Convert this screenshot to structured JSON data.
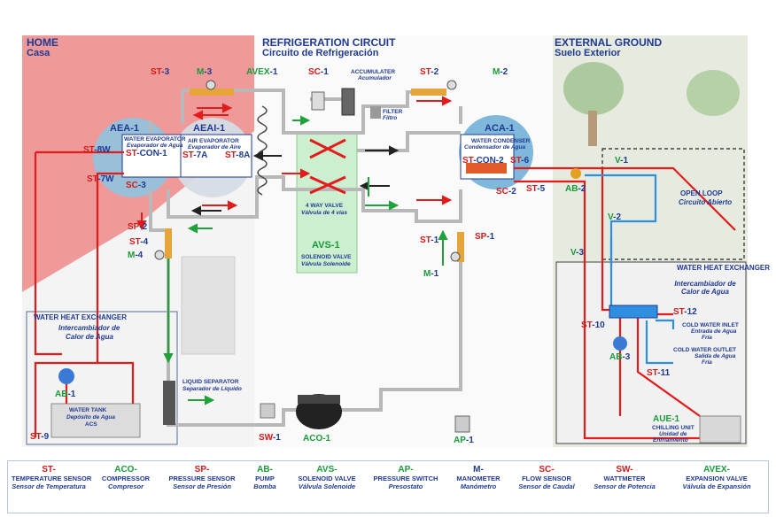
{
  "regions": {
    "home": {
      "title": "HOME",
      "subtitle": "Casa"
    },
    "refrigeration": {
      "title": "REFRIGERATION CIRCUIT",
      "subtitle": "Circuito de Refrigeración"
    },
    "external": {
      "title": "EXTERNAL GROUND",
      "subtitle": "Suelo Exterior"
    }
  },
  "components": {
    "aea1": "AEA-1",
    "aeai1": "AEAI-1",
    "aca1": "ACA-1",
    "water_evaporator": "WATER EVAPORATOR",
    "water_evaporator_es": "Evaporador de Agua",
    "air_evaporator": "AIR EVAPORATOR",
    "air_evaporator_es": "Evaporador de Aire",
    "water_condenser": "WATER CONDENSER",
    "water_condenser_es": "Condensador de Agua",
    "accumulator": "ACCUMULATER",
    "accumulator_es": "Acumulador",
    "filter": "FILTER",
    "filter_es": "Filtro",
    "four_way_valve": "4 WAY VALVE",
    "four_way_valve_es": "Válvula de 4 vías",
    "avs1": "AVS-1",
    "solenoid_valve": "SOLENOID VALVE",
    "solenoid_valve_es": "Válvula Solenoide",
    "liquid_separator": "LIQUID SEPARATOR",
    "liquid_separator_es": "Separador de Líquido",
    "aco1": "ACO-1",
    "open_loop": "OPEN LOOP",
    "open_loop_es": "Circuito Abierto",
    "whe_right": "WATER HEAT EXCHANGER",
    "whe_right_es": "Intercambiador de Calor de Agua",
    "whe_left": "WATER HEAT EXCHANGER",
    "whe_left_es1": "Intercambiador de",
    "whe_left_es2": "Calor de Agua",
    "water_tank": "WATER TANK",
    "water_tank_es": "Depósito de Agua",
    "acs": "ACS",
    "cold_in": "COLD WATER INLET",
    "cold_in_es1": "Entrada de Agua",
    "cold_in_es2": "Fría",
    "cold_out": "COLD WATER OUTLET",
    "cold_out_es1": "Salida de Agua",
    "cold_out_es2": "Fría",
    "aue1": "AUE-1",
    "chilling": "CHILLING UNIT",
    "chilling_es1": "Unidad de",
    "chilling_es2": "Enfriamiento"
  },
  "tags": {
    "st3": [
      "ST",
      "-3"
    ],
    "m3": [
      "M",
      "-3"
    ],
    "avex1": [
      "AVEX",
      "-1"
    ],
    "sc1": [
      "SC",
      "-1"
    ],
    "st2": [
      "ST",
      "-2"
    ],
    "m2": [
      "M",
      "-2"
    ],
    "st8w": [
      "ST",
      "-8W"
    ],
    "stcon1": [
      "ST",
      "-CON-1"
    ],
    "st7w": [
      "ST",
      "-7W"
    ],
    "sc3": [
      "SC",
      "-3"
    ],
    "st7a": [
      "ST",
      "-7A"
    ],
    "st8a": [
      "ST",
      "-8A"
    ],
    "stcon2": [
      "ST",
      "-CON-2"
    ],
    "st6": [
      "ST",
      "-6"
    ],
    "sc2": [
      "SC",
      "-2"
    ],
    "st5": [
      "ST",
      "-5"
    ],
    "ab2": [
      "AB",
      "-2"
    ],
    "v1": [
      "V",
      "-1"
    ],
    "v2": [
      "V",
      "-2"
    ],
    "v3": [
      "V",
      "-3"
    ],
    "sp2": [
      "SP",
      "-2"
    ],
    "st4": [
      "ST",
      "-4"
    ],
    "m4": [
      "M",
      "-4"
    ],
    "st1": [
      "ST",
      "-1"
    ],
    "sp1": [
      "SP",
      "-1"
    ],
    "m1": [
      "M",
      "-1"
    ],
    "st12": [
      "ST",
      "-12"
    ],
    "st10": [
      "ST",
      "-10"
    ],
    "ab3": [
      "AB",
      "-3"
    ],
    "st11": [
      "ST",
      "-11"
    ],
    "ab1": [
      "AB",
      "-1"
    ],
    "st9": [
      "ST",
      "-9"
    ],
    "sw1": [
      "SW",
      "-1"
    ],
    "ap1": [
      "AP",
      "-1"
    ]
  },
  "legend": [
    {
      "code": "ST-",
      "color": "#d61a1a",
      "en": "TEMPERATURE SENSOR",
      "es": "Sensor de Temperatura"
    },
    {
      "code": "ACO-",
      "color": "#1a9a3a",
      "en": "COMPRESSOR",
      "es": "Compresor"
    },
    {
      "code": "SP-",
      "color": "#d61a1a",
      "en": "PRESSURE SENSOR",
      "es": "Sensor de Presión"
    },
    {
      "code": "AB-",
      "color": "#1a9a3a",
      "en": "PUMP",
      "es": "Bomba"
    },
    {
      "code": "AVS-",
      "color": "#1a9a3a",
      "en": "SOLENOID VALVE",
      "es": "Válvula Solenoide"
    },
    {
      "code": "AP-",
      "color": "#1a9a3a",
      "en": "PRESSURE SWITCH",
      "es": "Presostato"
    },
    {
      "code": "M-",
      "color": "#1f3a93",
      "en": "MANOMETER",
      "es": "Manómetro"
    },
    {
      "code": "SC-",
      "color": "#d61a1a",
      "en": "FLOW SENSOR",
      "es": "Sensor de Caudal"
    },
    {
      "code": "SW-",
      "color": "#d61a1a",
      "en": "WATTMETER",
      "es": "Sensor de Potencia"
    },
    {
      "code": "AVEX-",
      "color": "#1a9a3a",
      "en": "EXPANSION VALVE",
      "es": "Válvula de Expansión"
    }
  ]
}
